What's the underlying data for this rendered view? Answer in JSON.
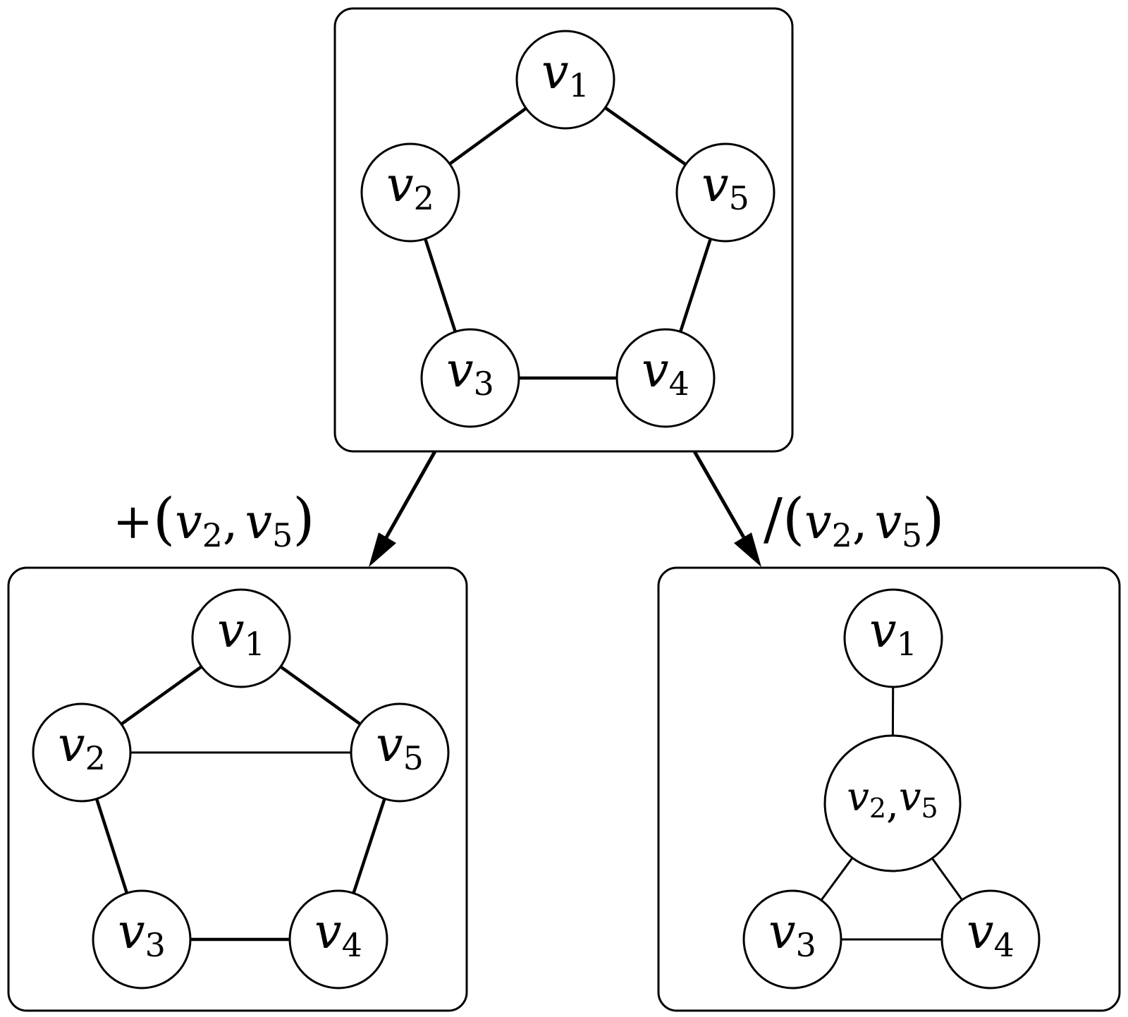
{
  "diagram": {
    "title": "",
    "colors": {
      "stroke": "#000000",
      "background": "#ffffff"
    },
    "panels": [
      {
        "id": "original",
        "nodes": [
          {
            "id": "v1",
            "base": "v",
            "sub": "1"
          },
          {
            "id": "v2",
            "base": "v",
            "sub": "2"
          },
          {
            "id": "v3",
            "base": "v",
            "sub": "3"
          },
          {
            "id": "v4",
            "base": "v",
            "sub": "4"
          },
          {
            "id": "v5",
            "base": "v",
            "sub": "5"
          }
        ],
        "edges": [
          [
            "v1",
            "v2"
          ],
          [
            "v2",
            "v3"
          ],
          [
            "v3",
            "v4"
          ],
          [
            "v4",
            "v5"
          ],
          [
            "v5",
            "v1"
          ]
        ]
      },
      {
        "id": "edge-addition",
        "nodes": [
          {
            "id": "v1",
            "base": "v",
            "sub": "1"
          },
          {
            "id": "v2",
            "base": "v",
            "sub": "2"
          },
          {
            "id": "v3",
            "base": "v",
            "sub": "3"
          },
          {
            "id": "v4",
            "base": "v",
            "sub": "4"
          },
          {
            "id": "v5",
            "base": "v",
            "sub": "5"
          }
        ],
        "edges": [
          [
            "v1",
            "v2"
          ],
          [
            "v2",
            "v3"
          ],
          [
            "v3",
            "v4"
          ],
          [
            "v4",
            "v5"
          ],
          [
            "v5",
            "v1"
          ],
          [
            "v2",
            "v5"
          ]
        ]
      },
      {
        "id": "edge-contraction",
        "nodes": [
          {
            "id": "v1",
            "base": "v",
            "sub": "1"
          },
          {
            "id": "v25",
            "base": "v",
            "sub": "2",
            "base2": "v",
            "sub2": "5",
            "sep": ","
          },
          {
            "id": "v3",
            "base": "v",
            "sub": "3"
          },
          {
            "id": "v4",
            "base": "v",
            "sub": "4"
          }
        ],
        "edges": [
          [
            "v1",
            "v25"
          ],
          [
            "v25",
            "v3"
          ],
          [
            "v25",
            "v4"
          ],
          [
            "v3",
            "v4"
          ]
        ]
      }
    ],
    "transitions": [
      {
        "from": "original",
        "to": "edge-addition",
        "op": "+",
        "open": "(",
        "a": "v",
        "a_sub": "2",
        "comma": ",",
        "b": "v",
        "b_sub": "5",
        "close": ")"
      },
      {
        "from": "original",
        "to": "edge-contraction",
        "op": "/",
        "open": "(",
        "a": "v",
        "a_sub": "2",
        "comma": ",",
        "b": "v",
        "b_sub": "5",
        "close": ")"
      }
    ]
  }
}
